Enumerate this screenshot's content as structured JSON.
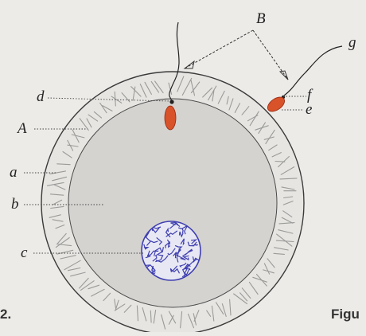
{
  "labels": {
    "B": "B",
    "g": "g",
    "d": "d",
    "f": "f",
    "e": "e",
    "A": "A",
    "a": "a",
    "b": "b",
    "c": "c"
  },
  "figure_number_left": "2.",
  "figure_caption_right": "Figu",
  "colors": {
    "background": "#ecebe8",
    "outer_ring": "#e6e5e2",
    "cytoplasm": "#d4d3d0",
    "nucleus_fill": "#e8e8f4",
    "nucleus_chromatin": "#3f3fb0",
    "sperm_head": "#d8522a",
    "ink": "#333333"
  }
}
